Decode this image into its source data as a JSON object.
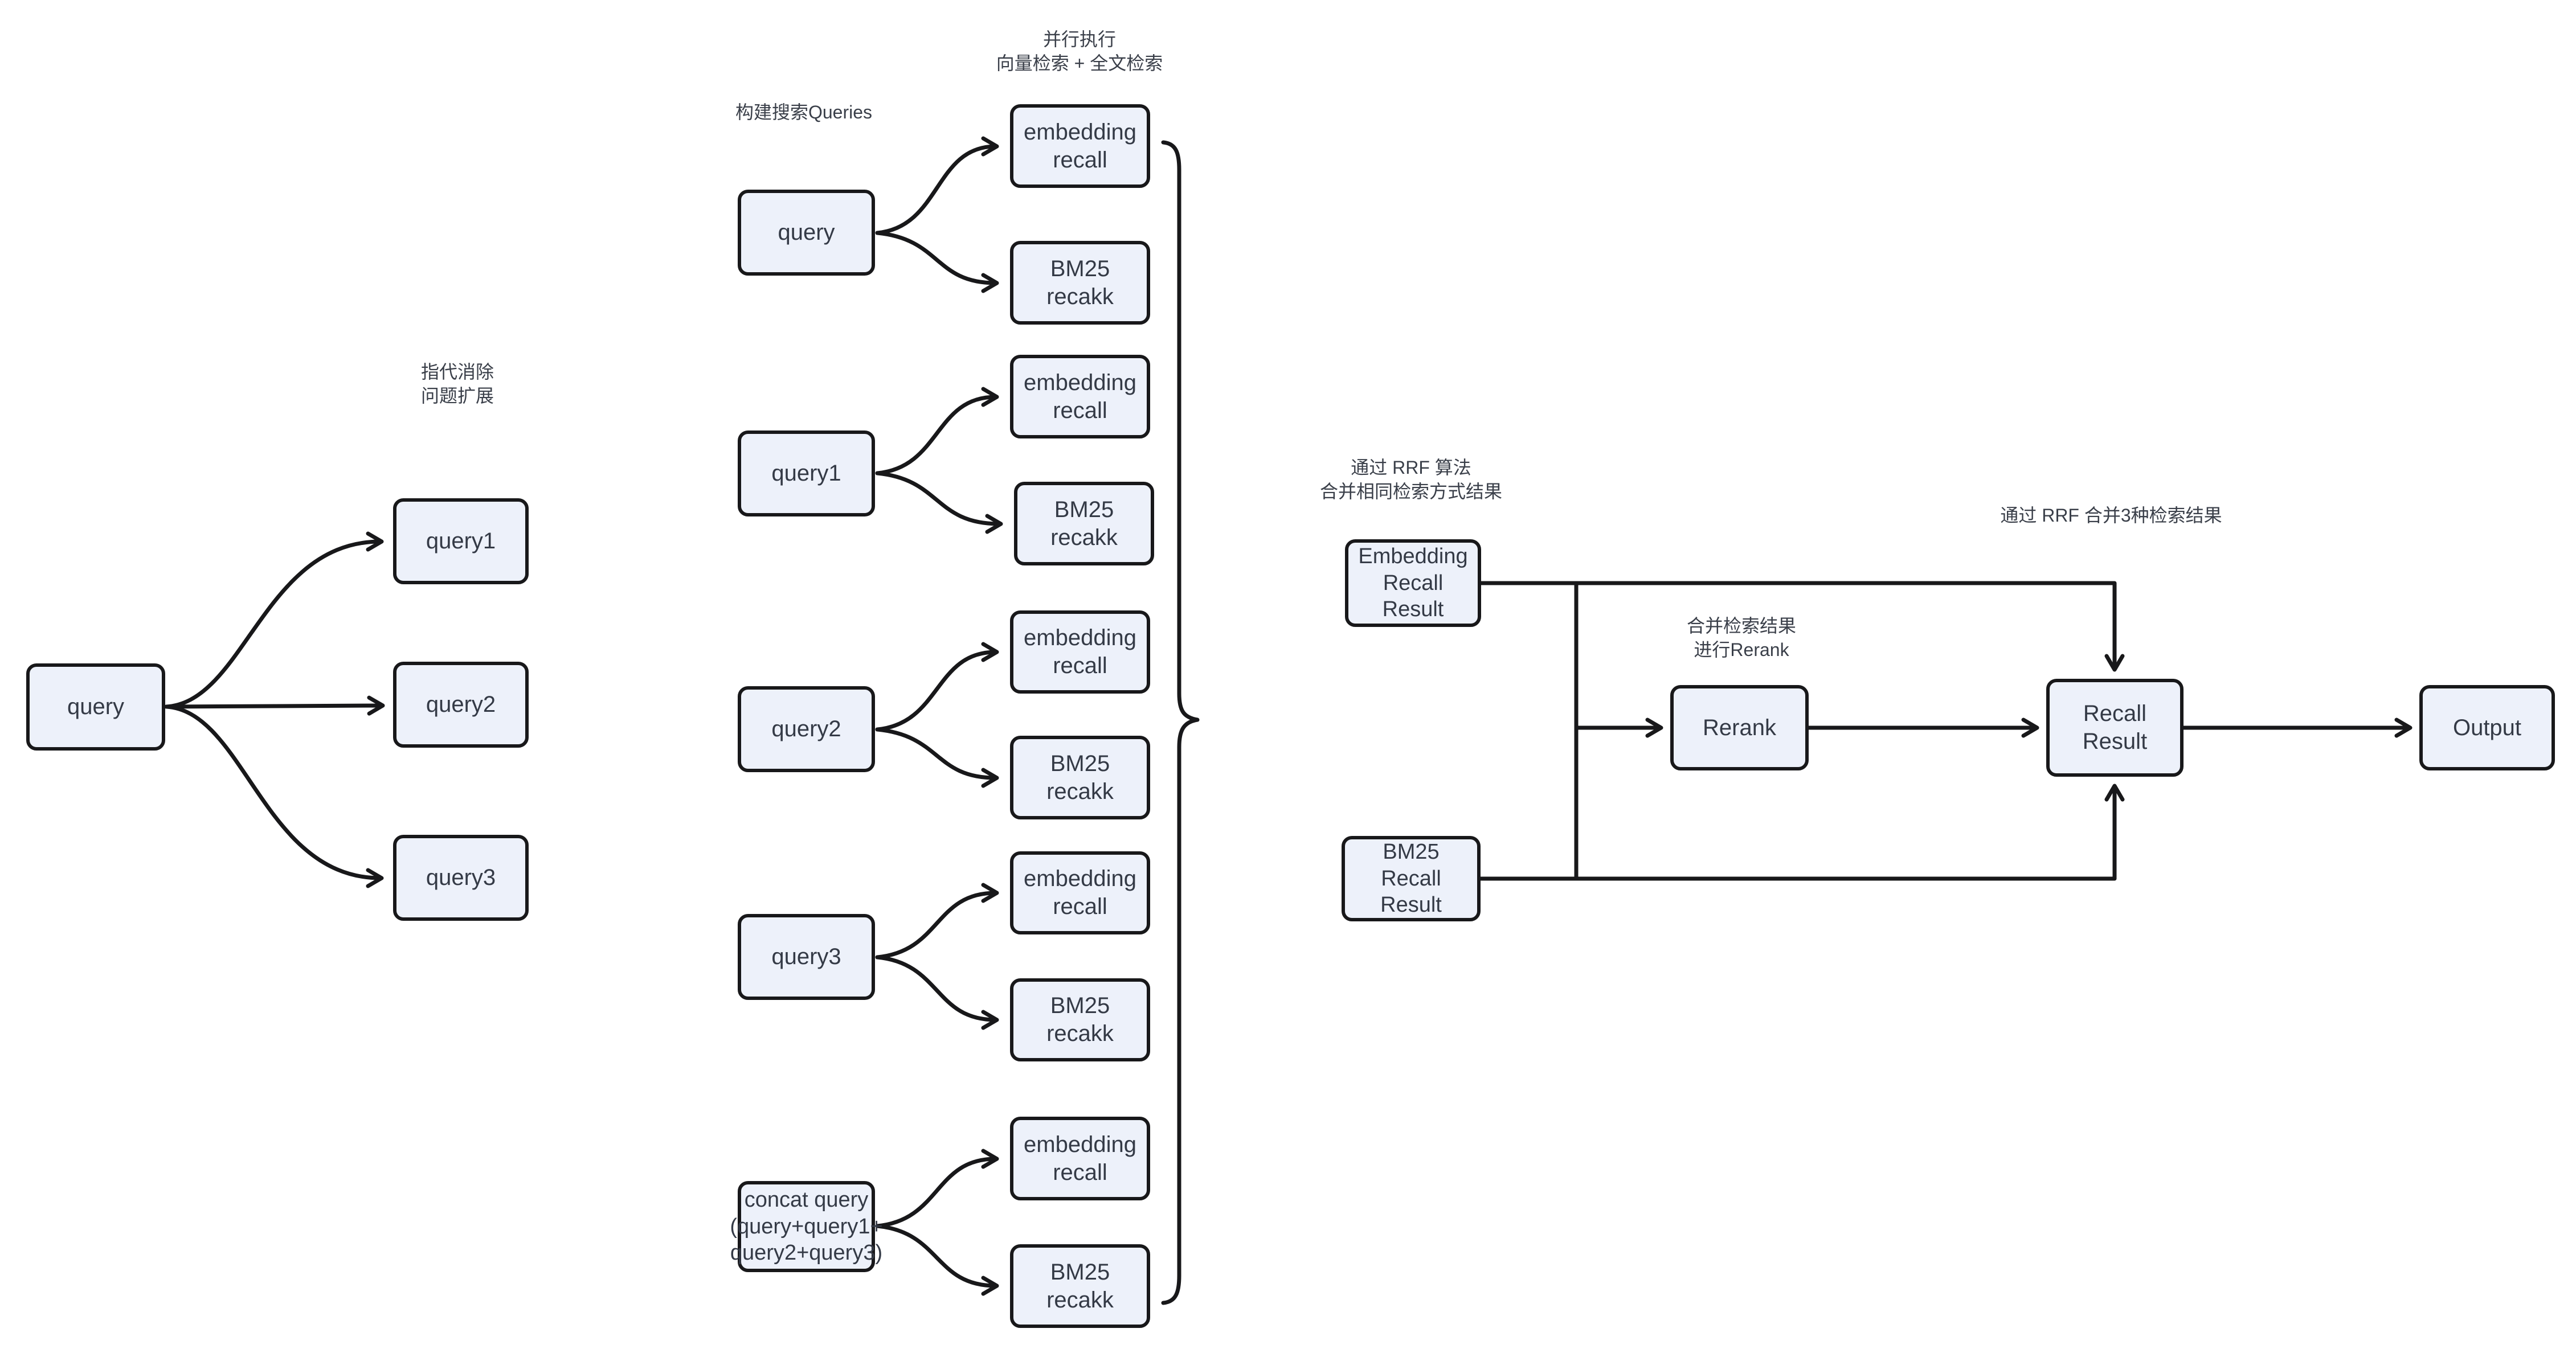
{
  "diagram": {
    "background": "#ffffff",
    "colors": {
      "node_fill": "#edf1fa",
      "node_border": "#18181a",
      "connector": "#18181a",
      "text": "#343a46"
    },
    "annotations": {
      "coref_expand": "指代消除\n问题扩展",
      "build_queries": "构建搜索Queries",
      "parallel_exec": "并行执行\n向量检索 + 全文检索",
      "rrf_merge_same": "通过 RRF 算法\n合并相同检索方式结果",
      "merge_rerank": "合并检索结果\n进行Rerank",
      "rrf_merge_three": "通过 RRF 合并3种检索结果"
    },
    "nodes": {
      "query_root": "query",
      "query1_expanded": "query1",
      "query2_expanded": "query2",
      "query3_expanded": "query3",
      "query_search": "query",
      "query1_search": "query1",
      "query2_search": "query2",
      "query3_search": "query3",
      "concat_query": "concat query\n(query+query1+\nquery2+query3)",
      "embedding_recall_1": "embedding\nrecall",
      "bm25_recall_1": "BM25\nrecakk",
      "embedding_recall_2": "embedding\nrecall",
      "bm25_recall_2": "BM25\nrecakk",
      "embedding_recall_3": "embedding\nrecall",
      "bm25_recall_3": "BM25\nrecakk",
      "embedding_recall_4": "embedding\nrecall",
      "bm25_recall_4": "BM25\nrecakk",
      "embedding_recall_5": "embedding\nrecall",
      "bm25_recall_5": "BM25\nrecakk",
      "embedding_recall_result": "Embedding\nRecall\nResult",
      "bm25_recall_result": "BM25\nRecall\nResult",
      "rerank": "Rerank",
      "recall_result": "Recall\nResult",
      "output": "Output"
    }
  }
}
